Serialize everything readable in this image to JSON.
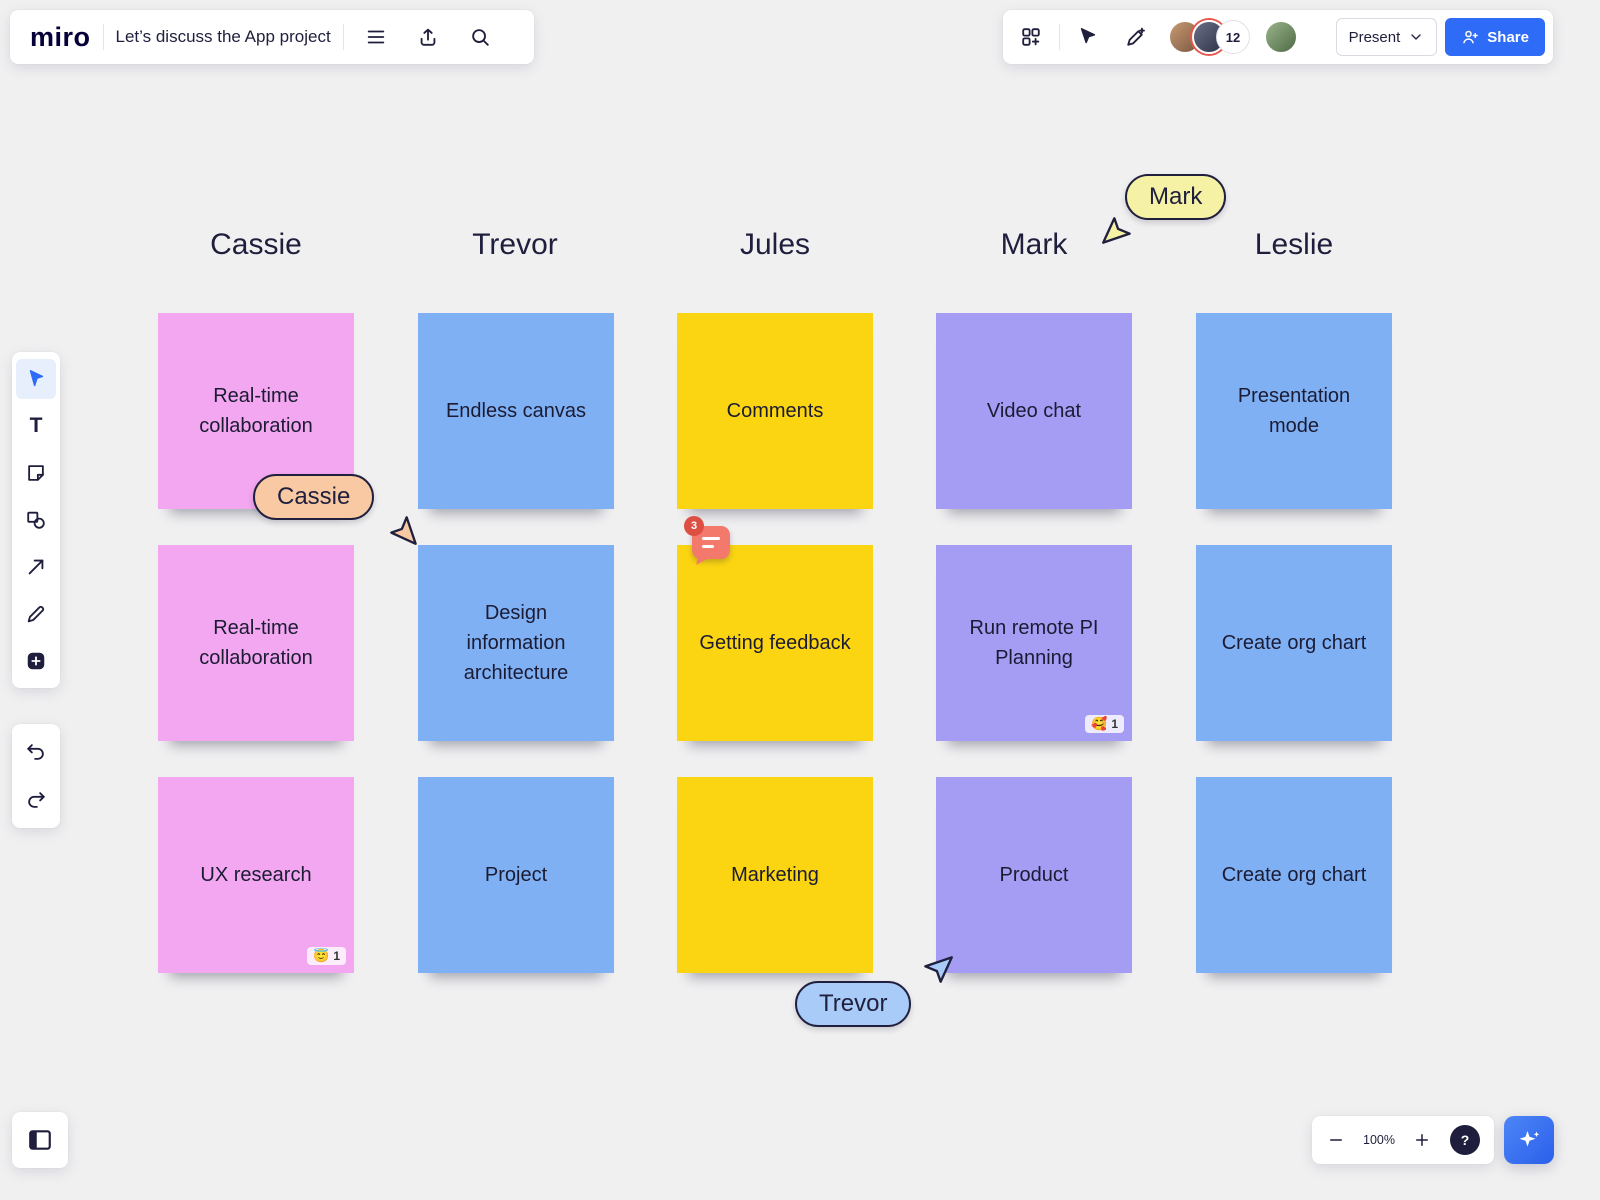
{
  "header": {
    "logo": "miro",
    "title": "Let’s discuss the App project",
    "present": "Present",
    "share": "Share",
    "collaborators": "12"
  },
  "toolbar": {
    "left_tools": [
      "select-tool",
      "text-tool",
      "sticky-note-tool",
      "shapes-tool",
      "arrow-tool",
      "pen-tool",
      "more-tools",
      "undo",
      "redo"
    ],
    "top_left_icons": [
      "menu-icon",
      "export-icon",
      "search-icon"
    ],
    "top_right_icons": [
      "apps-icon",
      "cursor-icon",
      "sparkle-pen-icon"
    ]
  },
  "colors": {
    "accent": "#2E6BF6",
    "pink_note": "#F2A7F0",
    "blue_note": "#7FB0F4",
    "yellow_note": "#FCD512",
    "purple_note": "#A59CF3"
  },
  "board": {
    "columns": [
      {
        "name": "Cassie",
        "color": "#F2A7F0",
        "notes": [
          {
            "text": "Real-time collaboration"
          },
          {
            "text": "Real-time collaboration"
          },
          {
            "text": "UX research",
            "reaction_emoji": "😇",
            "reaction_count": "1"
          }
        ]
      },
      {
        "name": "Trevor",
        "color": "#7FB0F4",
        "notes": [
          {
            "text": "Endless canvas"
          },
          {
            "text": "Design information architecture"
          },
          {
            "text": "Project"
          }
        ]
      },
      {
        "name": "Jules",
        "color": "#FCD512",
        "notes": [
          {
            "text": "Comments"
          },
          {
            "text": "Getting feedback"
          },
          {
            "text": "Marketing"
          }
        ]
      },
      {
        "name": "Mark",
        "color": "#A59CF3",
        "notes": [
          {
            "text": "Video chat"
          },
          {
            "text": "Run remote PI Planning",
            "reaction_emoji": "🥰",
            "reaction_count": "1"
          },
          {
            "text": "Product"
          }
        ]
      },
      {
        "name": "Leslie",
        "color": "#7FB0F4",
        "notes": [
          {
            "text": "Presentation mode"
          },
          {
            "text": "Create org chart"
          },
          {
            "text": "Create org chart"
          }
        ]
      }
    ],
    "comment_pin": {
      "count": "3"
    },
    "cursors": [
      {
        "name": "Mark",
        "color": "#F5F2A5"
      },
      {
        "name": "Cassie",
        "color": "#F8C9A2"
      },
      {
        "name": "Trevor",
        "color": "#A9CBF8"
      }
    ]
  },
  "footer": {
    "zoom": "100%",
    "help": "?"
  }
}
